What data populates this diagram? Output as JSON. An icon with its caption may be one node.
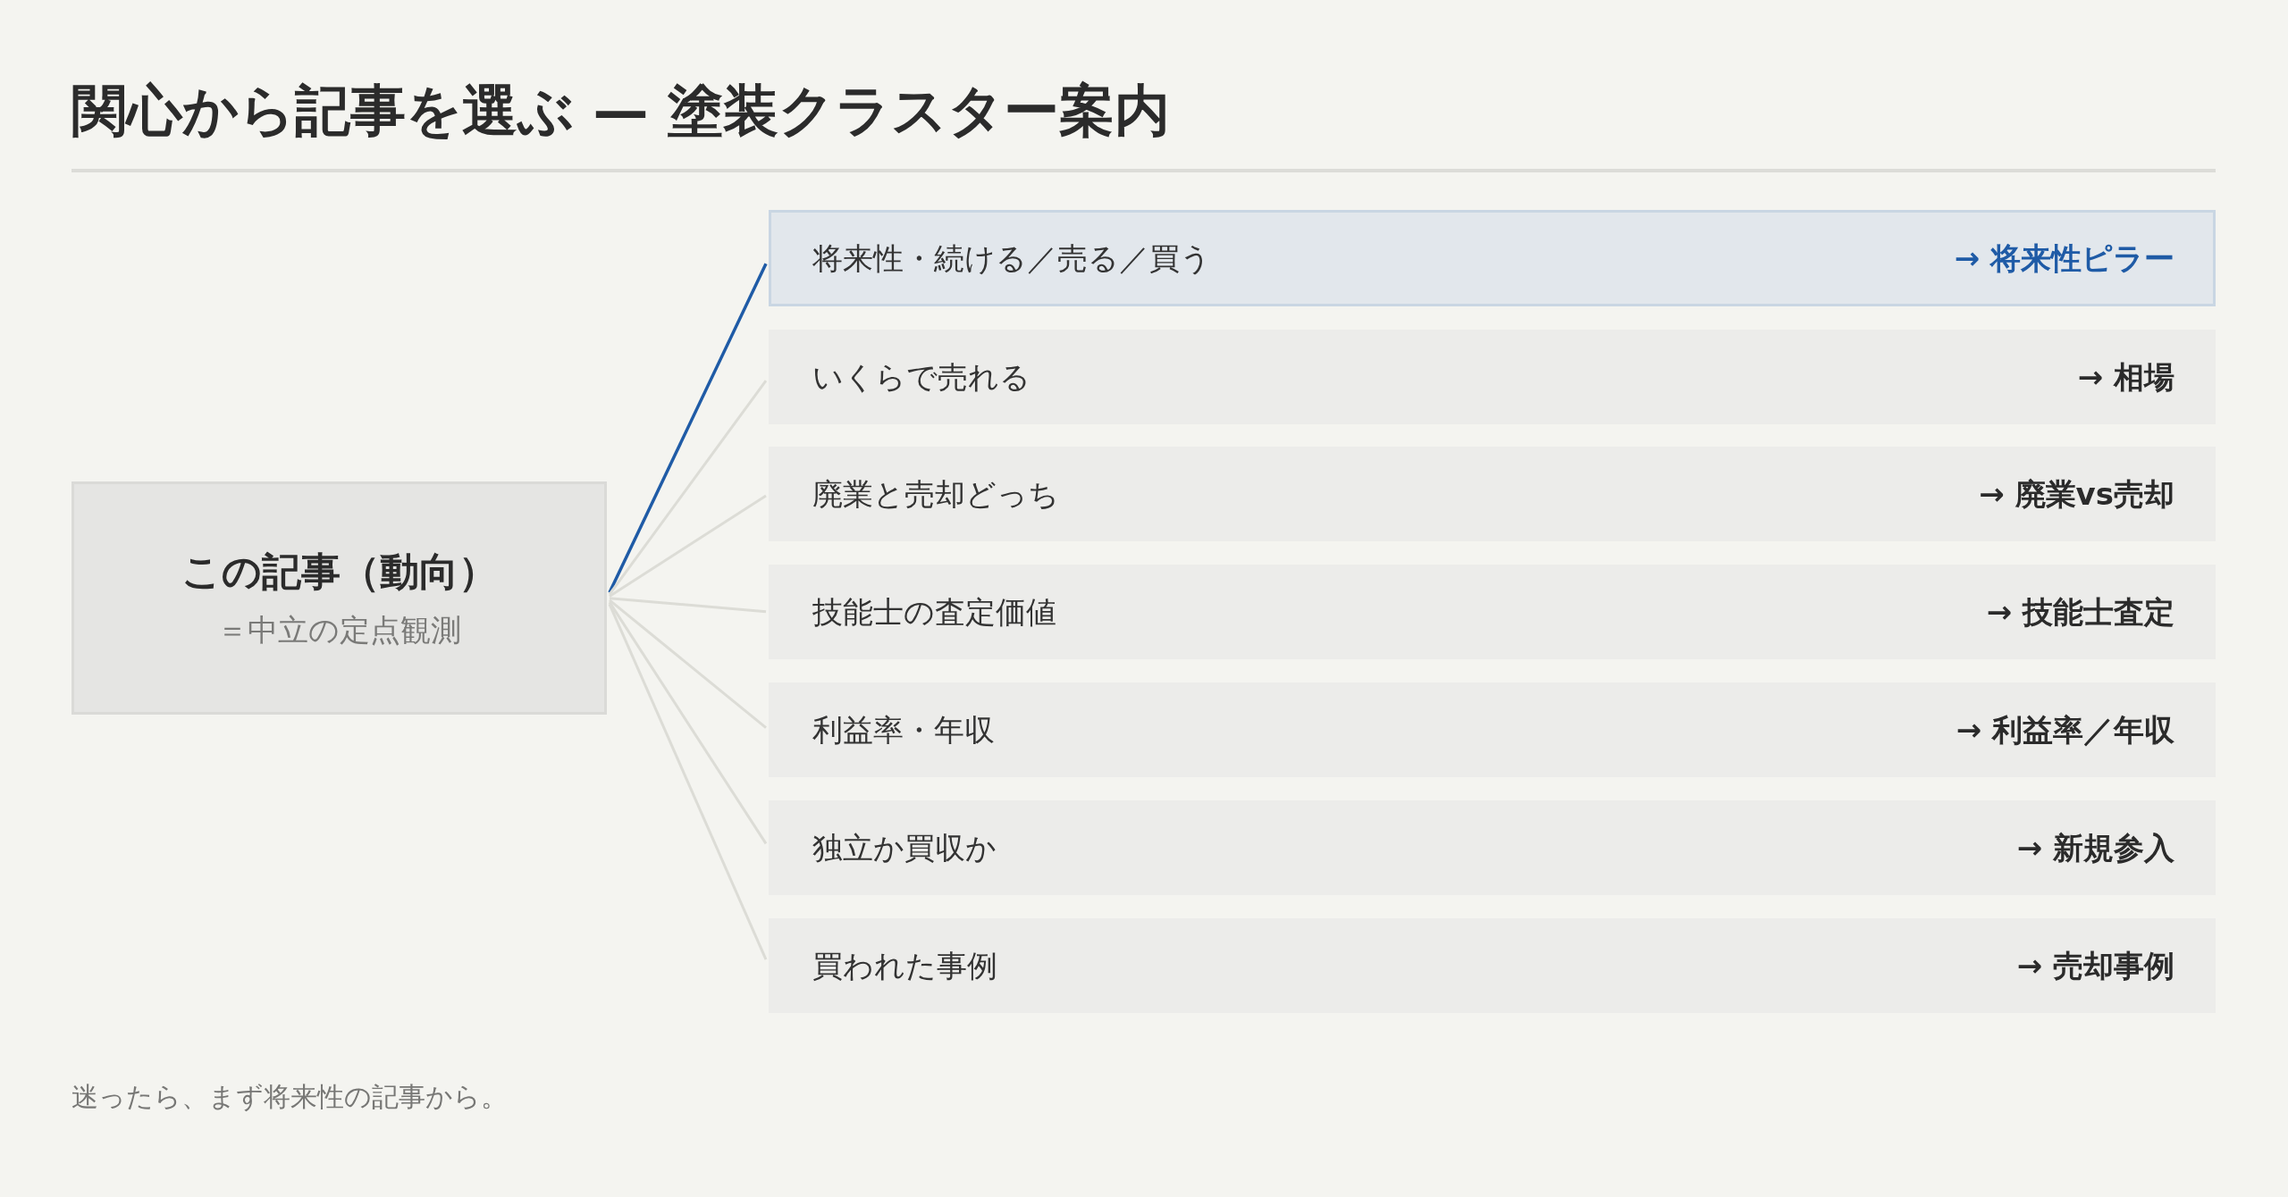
{
  "diagram": {
    "title": "関心から記事を選ぶ — 塗装クラスター案内",
    "nodes": [
      {
        "text": [
          "この記事（動向）",
          "＝中立の定点観測"
        ]
      },
      {
        "text": [
          "将来性・続ける／売る／買う",
          "→ 将来性ピラー"
        ]
      },
      {
        "text": [
          "いくらで売れる",
          "→ 相場"
        ]
      },
      {
        "text": [
          "廃業と売却どっち",
          "→ 廃業vs売却"
        ]
      },
      {
        "text": [
          "技能士の査定価値",
          "→ 技能士査定"
        ]
      },
      {
        "text": [
          "利益率・年収",
          "→ 利益率／年収"
        ]
      },
      {
        "text": [
          "独立か買収か",
          "→ 新規参入"
        ]
      },
      {
        "text": [
          "買われた事例",
          "→ 売却事例"
        ]
      }
    ],
    "edges": [
      {
        "from": 0,
        "to": 1,
        "arrow": "none",
        "color": "#1f5ba6"
      },
      {
        "from": 0,
        "to": 2,
        "arrow": "none"
      },
      {
        "from": 0,
        "to": 3,
        "arrow": "none"
      },
      {
        "from": 0,
        "to": 4,
        "arrow": "none"
      },
      {
        "from": 0,
        "to": 5,
        "arrow": "none"
      },
      {
        "from": 0,
        "to": 6,
        "arrow": "none"
      },
      {
        "from": 0,
        "to": 7,
        "arrow": "none"
      }
    ],
    "caption": "迷ったら、まず将来性の記事から。"
  }
}
